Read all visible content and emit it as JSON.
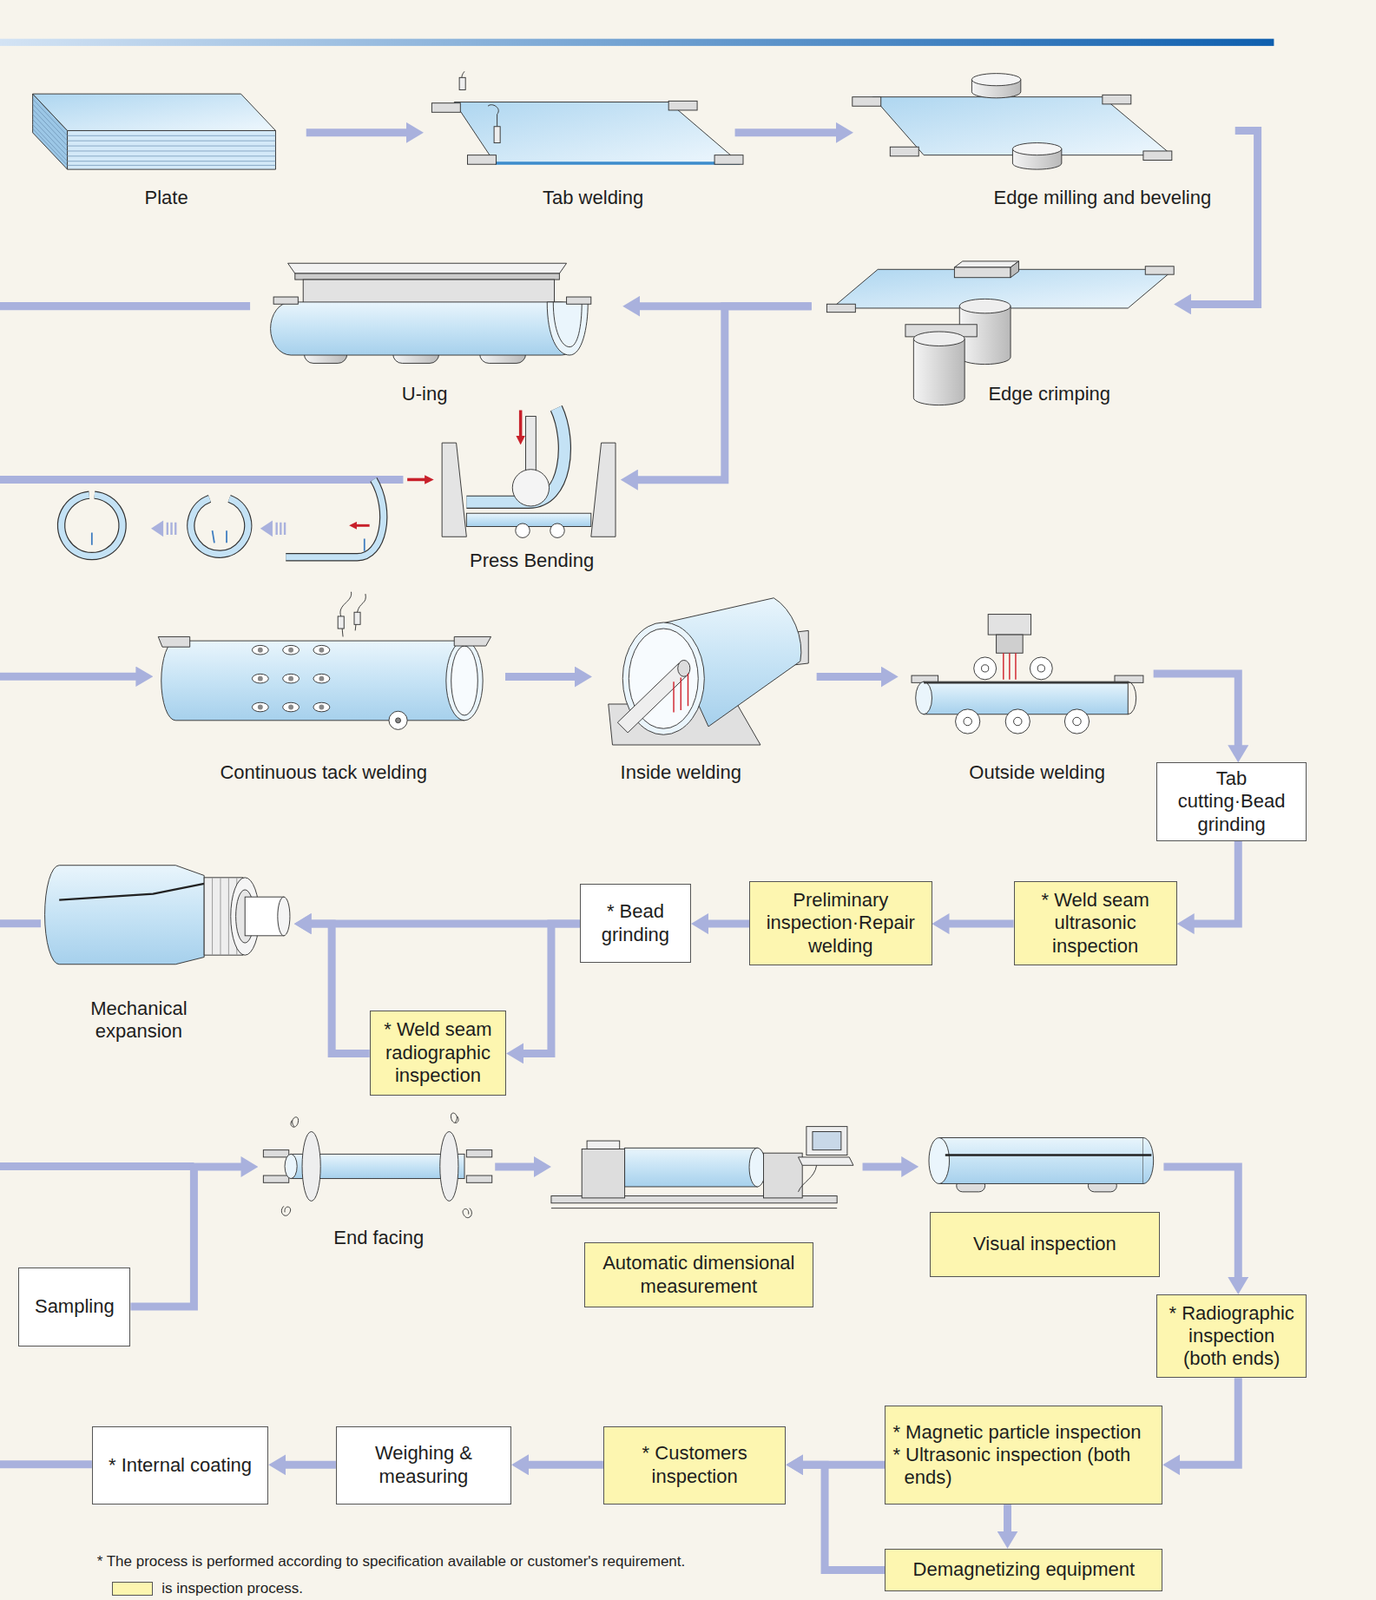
{
  "diagram": {
    "nodes": [
      {
        "text": [
          "Plate"
        ]
      },
      {
        "text": [
          "Tab welding"
        ]
      },
      {
        "text": [
          "Edge milling and beveling"
        ]
      },
      {
        "text": [
          "Edge crimping"
        ]
      },
      {
        "text": [
          "U-ing"
        ]
      },
      {
        "text": [
          "Press Bending"
        ]
      },
      {
        "text": [
          "Continuous tack welding"
        ]
      },
      {
        "text": [
          "Inside welding"
        ]
      },
      {
        "text": [
          "Outside welding"
        ]
      },
      {
        "text": [
          "Tab cutting·Bead grinding"
        ]
      },
      {
        "text": [
          "* Weld seam ultrasonic inspection"
        ]
      },
      {
        "text": [
          "Preliminary inspection·Repair welding"
        ]
      },
      {
        "text": [
          "* Bead grinding"
        ]
      },
      {
        "text": [
          "Mechanical expansion"
        ]
      },
      {
        "text": [
          "* Weld seam radiographic inspection"
        ]
      },
      {
        "text": [
          "Sampling"
        ]
      },
      {
        "text": [
          "End facing"
        ]
      },
      {
        "text": [
          "Automatic dimensional measurement"
        ]
      },
      {
        "text": [
          "Visual inspection"
        ]
      },
      {
        "text": [
          "* Radiographic inspection (both ends)"
        ]
      },
      {
        "text": [
          "* Magnetic particle inspection",
          "* Ultrasonic inspection (both ends)"
        ]
      },
      {
        "text": [
          "* Customers inspection"
        ]
      },
      {
        "text": [
          "Weighing & measuring"
        ]
      },
      {
        "text": [
          "* Internal coating"
        ]
      },
      {
        "text": [
          "Demagnetizing equipment"
        ]
      }
    ],
    "edges": [
      {
        "from": 0,
        "to": 1,
        "arrow": "to"
      },
      {
        "from": 1,
        "to": 2,
        "arrow": "to"
      },
      {
        "from": 2,
        "to": 3,
        "arrow": "to"
      },
      {
        "from": 3,
        "to": 4,
        "arrow": "to"
      },
      {
        "from": 3,
        "to": 5,
        "arrow": "to"
      },
      {
        "from": 6,
        "to": 7,
        "arrow": "to"
      },
      {
        "from": 7,
        "to": 8,
        "arrow": "to"
      },
      {
        "from": 8,
        "to": 9,
        "arrow": "to"
      },
      {
        "from": 9,
        "to": 10,
        "arrow": "to"
      },
      {
        "from": 10,
        "to": 11,
        "arrow": "to"
      },
      {
        "from": 11,
        "to": 12,
        "arrow": "to"
      },
      {
        "from": 12,
        "to": 13,
        "arrow": "to"
      },
      {
        "from": 12,
        "to": 14,
        "arrow": "to"
      },
      {
        "from": 14,
        "to": 13,
        "arrow": "to"
      },
      {
        "from": 15,
        "to": 16,
        "arrow": "to"
      },
      {
        "from": 16,
        "to": 17,
        "arrow": "to"
      },
      {
        "from": 17,
        "to": 18,
        "arrow": "to"
      },
      {
        "from": 18,
        "to": 19,
        "arrow": "to"
      },
      {
        "from": 19,
        "to": 20,
        "arrow": "to"
      },
      {
        "from": 20,
        "to": 21,
        "arrow": "to"
      },
      {
        "from": 20,
        "to": 24,
        "arrow": "to"
      },
      {
        "from": 24,
        "to": 21,
        "arrow": "to"
      },
      {
        "from": 21,
        "to": 22,
        "arrow": "to"
      },
      {
        "from": 22,
        "to": 23,
        "arrow": "to"
      }
    ],
    "labels": [
      "* The process is performed according to specification available or customer's requirement."
    ],
    "legend": [
      {
        "text": "is inspection process.",
        "color": "#fdf6b0"
      }
    ]
  }
}
